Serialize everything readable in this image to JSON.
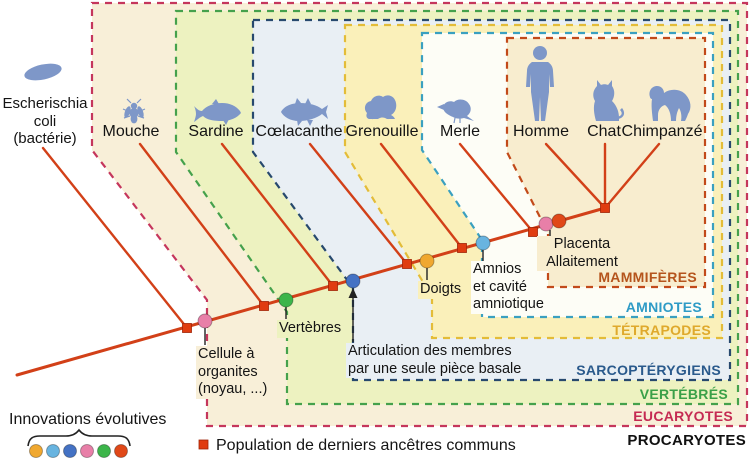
{
  "organisms": [
    {
      "name": "Escherischia\ncoli\n(bactérie)",
      "icon": "bacterium-icon"
    },
    {
      "name": "Mouche",
      "icon": "fly-icon"
    },
    {
      "name": "Sardine",
      "icon": "fish-icon"
    },
    {
      "name": "Cœlacanthe",
      "icon": "coelacanth-icon"
    },
    {
      "name": "Grenouille",
      "icon": "frog-icon"
    },
    {
      "name": "Merle",
      "icon": "bird-icon"
    },
    {
      "name": "Homme",
      "icon": "human-icon"
    },
    {
      "name": "Chat",
      "icon": "cat-icon"
    },
    {
      "name": "Chimpanzé",
      "icon": "ape-icon"
    }
  ],
  "clades": [
    {
      "label": "MAMMIFÈRES",
      "text_color": "#b5541c",
      "border_color": "#c24a1a",
      "fill": "#f8edcf"
    },
    {
      "label": "AMNIOTES",
      "text_color": "#2e9bc6",
      "border_color": "#3aa0c0",
      "fill": "#fdfdf6"
    },
    {
      "label": "TÉTRAPODES",
      "text_color": "#dfa92c",
      "border_color": "#e3bc38",
      "fill": "#faf0ba"
    },
    {
      "label": "SARCOPTÉRYGIENS",
      "text_color": "#2a5a8c",
      "border_color": "#27496e",
      "fill": "#e9eff4"
    },
    {
      "label": "VERTÉBRÉS",
      "text_color": "#3aa048",
      "border_color": "#45a14c",
      "fill": "#edf2c0"
    },
    {
      "label": "EUCARYOTES",
      "text_color": "#c52a52",
      "border_color": "#c5365c",
      "fill": "#f8efd8"
    },
    {
      "label": "PROCARYOTES",
      "text_color": "#111111",
      "border_color": "none",
      "fill": "#ffffff"
    }
  ],
  "innovations": [
    {
      "label": "Cellule à\norganites\n(noyau, ...)",
      "color": "#e87fa8"
    },
    {
      "label": "Vertèbres",
      "color": "#3cb54a"
    },
    {
      "label": "Articulation des membres\npar une seule pièce basale",
      "color": "#4472c4"
    },
    {
      "label": "Doigts",
      "color": "#f0a830"
    },
    {
      "label": "Amnios\net cavité\namniotique",
      "color": "#68b4e0"
    },
    {
      "label": "Placenta\nAllaitement",
      "colors": [
        "#e87fa8",
        "#e04818"
      ]
    }
  ],
  "legend": {
    "innovations_label": "Innovations évolutives",
    "innovation_dot_colors": [
      "#f0a830",
      "#68b4e0",
      "#4472c4",
      "#e87fa8",
      "#3cb54a",
      "#e04818"
    ],
    "population_label": "Population de derniers ancêtres communs",
    "population_marker_color": "#e03c10"
  },
  "colors": {
    "tree_line": "#d24018",
    "pointer": "#222222",
    "organism_icon": "#7e97c8"
  }
}
